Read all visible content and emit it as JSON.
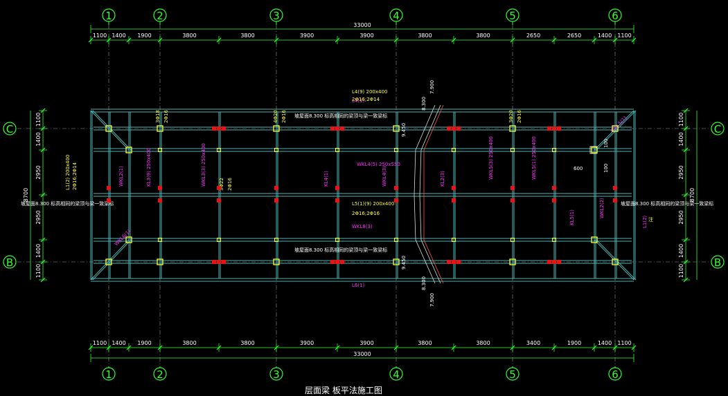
{
  "drawing": {
    "caption": "层面梁 板平法施工图",
    "grid_columns": [
      "1",
      "2",
      "3",
      "4",
      "5",
      "6"
    ],
    "grid_rows": [
      "C",
      "B"
    ],
    "overall_dim_top": "33000",
    "overall_dim_bottom": "33000",
    "top_dims": [
      "1100",
      "1400",
      "1900",
      "3800",
      "3800",
      "3900",
      "3900",
      "3800",
      "3800",
      "2650",
      "2650",
      "1400",
      "1100"
    ],
    "bottom_dims": [
      "1100",
      "1400",
      "1900",
      "3800",
      "3800",
      "3900",
      "3900",
      "3800",
      "3800",
      "3400",
      "1900",
      "1400",
      "1100"
    ],
    "left_dims": [
      "1100",
      "1400",
      "2950",
      "2950",
      "1400",
      "1100"
    ],
    "right_dims": [
      "1100",
      "1400",
      "2950",
      "2950",
      "1400",
      "1100"
    ],
    "left_total": "8700",
    "right_total": "8700",
    "side_note_left": "坡屋面8.300 标高相同的梁顶与梁一致梁标",
    "side_note_right": "坡屋面8.300 标高相同的梁顶与梁一致梁标",
    "top_note": "坡屋面8.300 标高相同的梁顶与梁一致梁标",
    "mid_note": "坡屋面8.300 标高相同的梁顶与梁一致梁标",
    "elev_labels": [
      "9.450",
      "9.450",
      "8.300",
      "7.900",
      "8.300",
      "7.900"
    ],
    "small_dims": [
      "600",
      "100",
      "100"
    ],
    "beam_labels_magenta": [
      "WKL2(1)",
      "KL3(9) 250x400",
      "WKL3(3) 250x400",
      "KL4(1)",
      "WKL4(5) 250x550",
      "WKL4(3)",
      "KL2(3)",
      "WKL5(3) 250x400",
      "WKL5(1) 250x400",
      "WKL5(1)",
      "WKL2(2)",
      "L4(1)",
      "L6(1)",
      "WKL8(3)",
      "KL5(1)",
      "WKL6(1)",
      "L1(2)"
    ],
    "beam_labels_yellow": [
      "L4(9) 200x400",
      "2Φ16;2Φ14",
      "L1(2) 200x400",
      "2Φ16;2Φ14",
      "L5(1)(9) 200x400",
      "2Φ16;2Φ16",
      "3Φ18",
      "2Φ16",
      "4Φ20",
      "2Φ16",
      "3Φ20",
      "2Φ16",
      "3Φ22",
      "2Φ16"
    ],
    "note_text": "注"
  }
}
